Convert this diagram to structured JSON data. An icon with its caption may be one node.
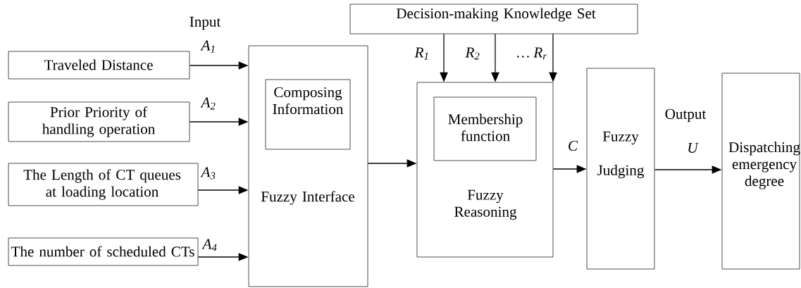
{
  "diagram": {
    "nodes": [
      {
        "text": [
          "Traveled Distance"
        ]
      },
      {
        "text": [
          "Prior Priority of handling operation"
        ]
      },
      {
        "text": [
          "The Length of CT queues at loading location"
        ]
      },
      {
        "text": [
          "The number of scheduled CTs"
        ]
      },
      {
        "text": [
          "Fuzzy Interface"
        ]
      },
      {
        "text": [
          "Composing Information"
        ],
        "in": 4
      },
      {
        "text": [
          "Decision-making Knowledge Set"
        ]
      },
      {
        "text": [
          "Fuzzy Reasoning"
        ]
      },
      {
        "text": [
          "Membership function"
        ],
        "in": 7
      },
      {
        "text": [
          "Fuzzy Judging"
        ]
      },
      {
        "text": [
          "Dispatching emergency degree"
        ]
      }
    ],
    "edges": [
      {
        "from": 0,
        "to": 4,
        "arrow": "to",
        "label": "A$_{1}$"
      },
      {
        "from": 1,
        "to": 4,
        "arrow": "to",
        "label": "A$_{2}$"
      },
      {
        "from": 2,
        "to": 4,
        "arrow": "to",
        "label": "A$_{3}$"
      },
      {
        "from": 3,
        "to": 4,
        "arrow": "to",
        "label": "A$_{4}$"
      },
      {
        "from": 4,
        "to": 7,
        "arrow": "to"
      },
      {
        "from": 6,
        "to": 7,
        "arrow": "to",
        "label": "R$_{1}$"
      },
      {
        "from": 6,
        "to": 7,
        "arrow": "to",
        "label": "R$_{2}$"
      },
      {
        "from": 6,
        "to": 7,
        "arrow": "to",
        "label": "… R$_{r}$"
      },
      {
        "from": 7,
        "to": 9,
        "arrow": "to",
        "label": "C"
      },
      {
        "from": 9,
        "to": 10,
        "arrow": "to",
        "label": "U"
      }
    ],
    "labels": [
      "Input",
      "Output"
    ]
  }
}
